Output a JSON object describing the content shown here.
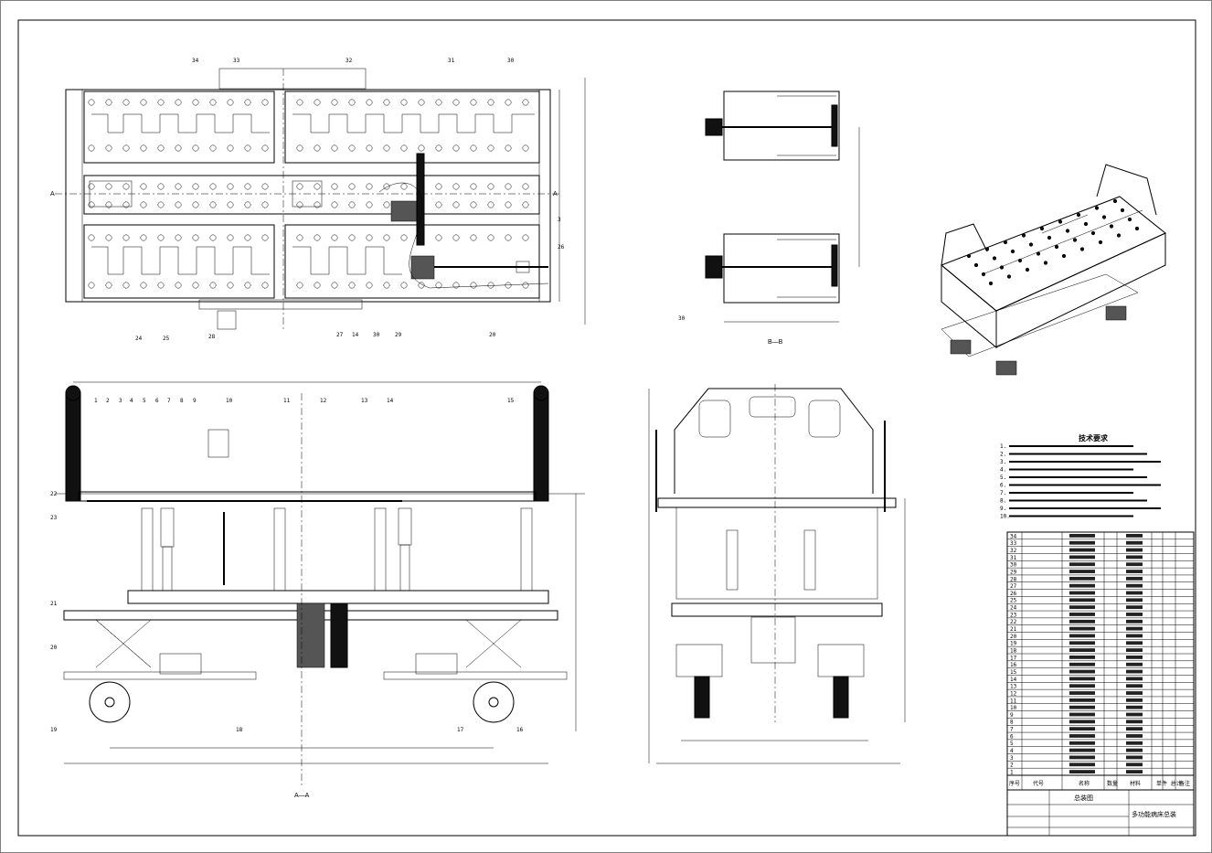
{
  "views": {
    "plan": {
      "section_marks": [
        "A",
        "A"
      ],
      "callouts": [
        "34",
        "33",
        "32",
        "31",
        "30",
        "3",
        "26",
        "20",
        "24",
        "25",
        "28",
        "27",
        "14",
        "30",
        "29"
      ]
    },
    "section_aa": {
      "title": "A—A",
      "callouts": [
        "1",
        "2",
        "3",
        "4",
        "5",
        "6",
        "7",
        "8",
        "9",
        "10",
        "11",
        "12",
        "13",
        "14",
        "15",
        "22",
        "23",
        "21",
        "20",
        "19",
        "18",
        "17",
        "16"
      ]
    },
    "section_bb": {
      "title": "B—B",
      "callouts": [
        "30"
      ]
    }
  },
  "tech_requirements": {
    "title": "技术要求",
    "lines": [
      "1.",
      "2.",
      "3.",
      "4.",
      "5.",
      "6.",
      "7.",
      "8.",
      "9.",
      "10."
    ]
  },
  "bom": {
    "header": {
      "no": "序号",
      "code": "代号",
      "name": "名称",
      "qty": "数量",
      "material": "材料",
      "weight": "单件 总计",
      "note": "备注"
    },
    "row_numbers": [
      "34",
      "33",
      "32",
      "31",
      "30",
      "29",
      "28",
      "27",
      "26",
      "25",
      "24",
      "23",
      "22",
      "21",
      "20",
      "19",
      "18",
      "17",
      "16",
      "15",
      "14",
      "13",
      "12",
      "11",
      "10",
      "9",
      "8",
      "7",
      "6",
      "5",
      "4",
      "3",
      "2",
      "1"
    ]
  },
  "title_block": {
    "assembly_label": "总装图",
    "drawing_name": "多功能病床总装"
  }
}
